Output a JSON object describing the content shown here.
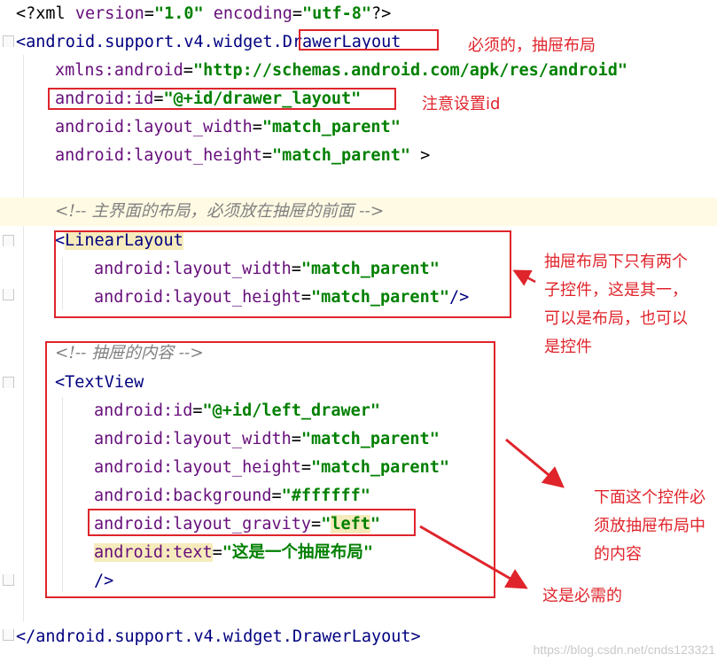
{
  "code_lines": [
    {
      "id": "xml_decl",
      "parts": [
        "<?xml ",
        "version",
        "=",
        "\"1.0\"",
        " ",
        "encoding",
        "=",
        "\"utf-8\"",
        "?>"
      ]
    },
    {
      "id": "drawer_open",
      "parts": [
        "<android.support.v4.widget.",
        "DrawerLayout"
      ]
    },
    {
      "id": "xmlns",
      "parts": [
        "xmlns:android",
        "=",
        "\"http://schemas.android.com/apk/res/android\""
      ]
    },
    {
      "id": "drawer_id",
      "parts": [
        "android:id",
        "=",
        "\"@+id/drawer_layout\""
      ]
    },
    {
      "id": "drawer_width",
      "parts": [
        "android:layout_width",
        "=",
        "\"match_parent\""
      ]
    },
    {
      "id": "drawer_height",
      "parts": [
        "android:layout_height",
        "=",
        "\"match_parent\"",
        " >"
      ]
    },
    {
      "id": "comment_main",
      "parts": [
        "<!-- 主界面的布局，必须放在抽屉的前面 -->"
      ]
    },
    {
      "id": "linear_open",
      "parts": [
        "<",
        "LinearLayout"
      ]
    },
    {
      "id": "linear_width",
      "parts": [
        "android:layout_width",
        "=",
        "\"match_parent\""
      ]
    },
    {
      "id": "linear_height",
      "parts": [
        "android:layout_height",
        "=",
        "\"match_parent\"",
        "/>"
      ]
    },
    {
      "id": "comment_drawer",
      "parts": [
        "<!-- 抽屉的内容 -->"
      ]
    },
    {
      "id": "textview_open",
      "parts": [
        "<",
        "TextView"
      ]
    },
    {
      "id": "tv_id",
      "parts": [
        "android:id",
        "=",
        "\"@+id/left_drawer\""
      ]
    },
    {
      "id": "tv_width",
      "parts": [
        "android:layout_width",
        "=",
        "\"match_parent\""
      ]
    },
    {
      "id": "tv_height",
      "parts": [
        "android:layout_height",
        "=",
        "\"match_parent\""
      ]
    },
    {
      "id": "tv_bg",
      "parts": [
        "android:background",
        "=",
        "\"#ffffff\""
      ]
    },
    {
      "id": "tv_gravity",
      "parts": [
        "android:layout_gravity",
        "=",
        "\"",
        "left",
        "\""
      ]
    },
    {
      "id": "tv_text",
      "parts": [
        "android:text",
        "=",
        "\"这是一个抽屉布局\""
      ]
    },
    {
      "id": "tv_close",
      "parts": [
        "/>"
      ]
    },
    {
      "id": "drawer_close",
      "parts": [
        "</android.support.v4.widget.DrawerLayout>"
      ]
    }
  ],
  "annotations": {
    "drawer_required": "必须的，抽屉布局",
    "set_id": "注意设置id",
    "two_children": [
      "抽屉布局下只有两个",
      "子控件，这是其一，",
      "可以是布局，也可以",
      "是控件"
    ],
    "must_in_drawer": [
      "下面这个控件必",
      "须放抽屉布局中",
      "的内容"
    ],
    "required": "这是必需的"
  },
  "watermark": "https://blog.csdn.net/cnds123321",
  "colors": {
    "tag": "#000080",
    "attribute": "#660e7a",
    "value": "#008000",
    "comment": "#808080",
    "annotation_red": "#e0242b",
    "current_line": "#fffae3"
  }
}
